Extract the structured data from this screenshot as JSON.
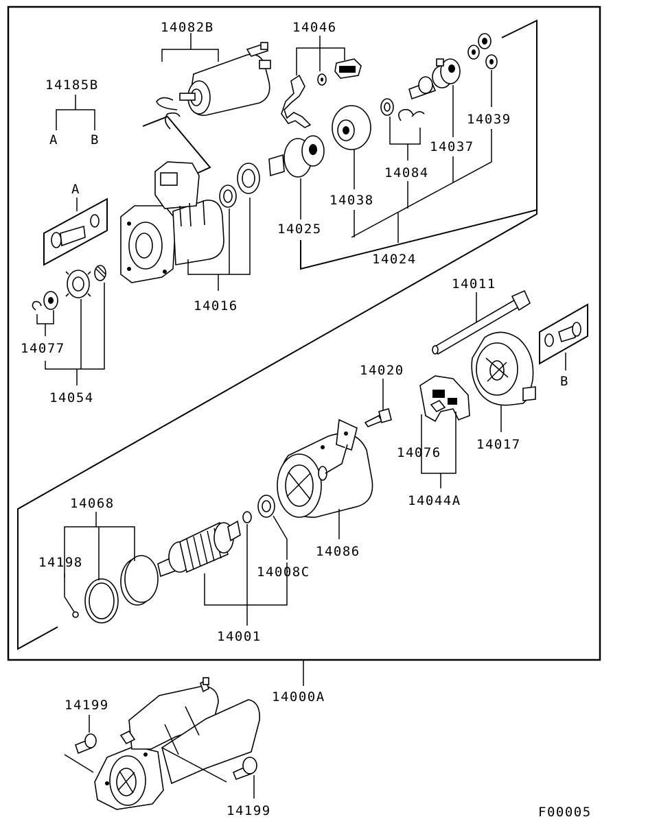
{
  "figure_code": "F00005",
  "labels": {
    "p14082B": "14082B",
    "p14046": "14046",
    "p14185B": "14185B",
    "key_a": "A",
    "key_b": "B",
    "p14039": "14039",
    "p14037": "14037",
    "p14084": "14084",
    "p14038": "14038",
    "p14025": "14025",
    "p14024": "14024",
    "p14016": "14016",
    "callout_a": "A",
    "p14077": "14077",
    "p14054": "14054",
    "p14011": "14011",
    "callout_b": "B",
    "p14020": "14020",
    "p14017": "14017",
    "p14076": "14076",
    "p14044A": "14044A",
    "p14068": "14068",
    "p14198": "14198",
    "p14008C": "14008C",
    "p14086": "14086",
    "p14001": "14001",
    "p14000A": "14000A",
    "p14199_top": "14199",
    "p14199_bottom": "14199"
  }
}
